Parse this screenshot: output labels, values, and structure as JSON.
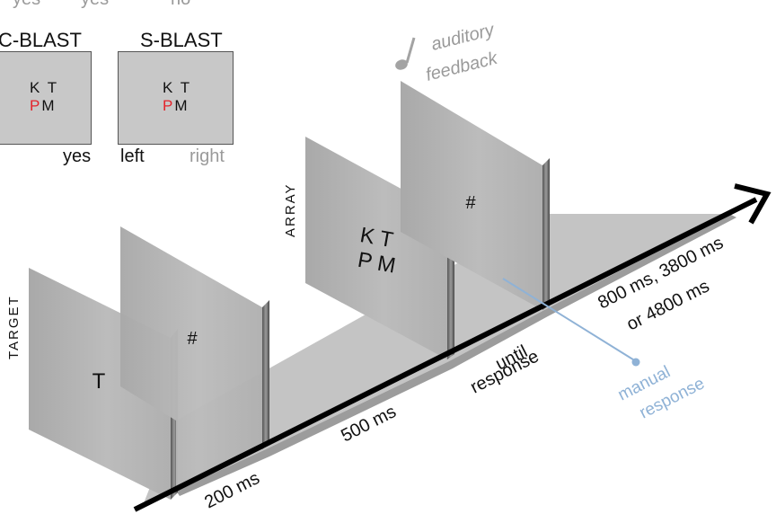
{
  "top_row": {
    "yes_1": "yes",
    "no": "no",
    "yes_2": "yes"
  },
  "conditions": {
    "c_blast": {
      "title": "C-BLAST",
      "letters_top": "K T",
      "letter_target": "P",
      "letter_other": "M",
      "answer": "yes"
    },
    "s_blast": {
      "title": "S-BLAST",
      "letters_top": "K T",
      "letter_target": "P",
      "letter_other": "M",
      "left": "left",
      "right": "right"
    }
  },
  "frames": {
    "target": {
      "label": "TARGET",
      "content": "T"
    },
    "mask_1": {
      "content": "#"
    },
    "array": {
      "label": "ARRAY",
      "row_1": "K T",
      "row_2": "P M"
    },
    "mask_2": {
      "content": "#"
    }
  },
  "timeline": {
    "t1": "200 ms",
    "t2": "500 ms",
    "t3_line1": "until",
    "t3_line2": "response",
    "t4_line1": "800 ms, 3800 ms",
    "t4_line2": "or 4800 ms"
  },
  "feedback": {
    "icon": "music-note-icon",
    "line1": "auditory",
    "line2": "feedback"
  },
  "manual_response": {
    "line1": "manual",
    "line2": "response"
  },
  "colors": {
    "panel_face": "#b4b4b4",
    "panel_edge": "#6e6e6e",
    "floor": "#c2c2c2",
    "accent_red": "#e4232b",
    "response_blue": "#8fb2d6",
    "muted_grey": "#9a9a9a"
  }
}
